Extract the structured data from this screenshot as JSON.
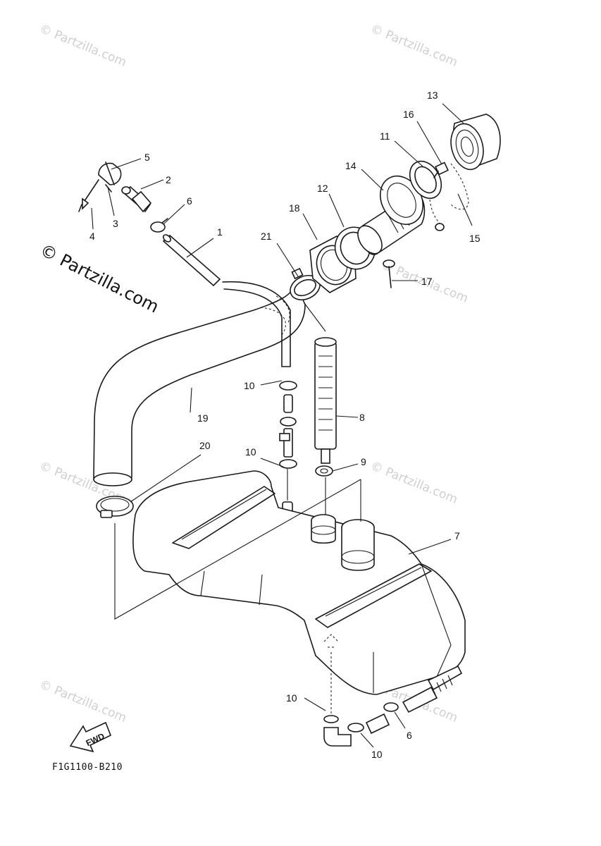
{
  "watermark": {
    "small_text": "© Partzilla.com",
    "big_text": "© Partzilla.com"
  },
  "diagram": {
    "drawing_code": "F1G1100-B210",
    "fwd_label": "FWD",
    "callouts": {
      "c1": "1",
      "c2": "2",
      "c3": "3",
      "c4": "4",
      "c5": "5",
      "c6a": "6",
      "c7": "7",
      "c8": "8",
      "c9": "9",
      "c10a": "10",
      "c10b": "10",
      "c10c": "10",
      "c10d": "10",
      "c11": "11",
      "c12": "12",
      "c13": "13",
      "c14": "14",
      "c15": "15",
      "c16": "16",
      "c17": "17",
      "c18": "18",
      "c19": "19",
      "c20": "20",
      "c21": "21",
      "c6b": "6"
    }
  },
  "colors": {
    "line": "#1a1a1a",
    "watermark": "#cfcfcf",
    "background": "#ffffff"
  }
}
